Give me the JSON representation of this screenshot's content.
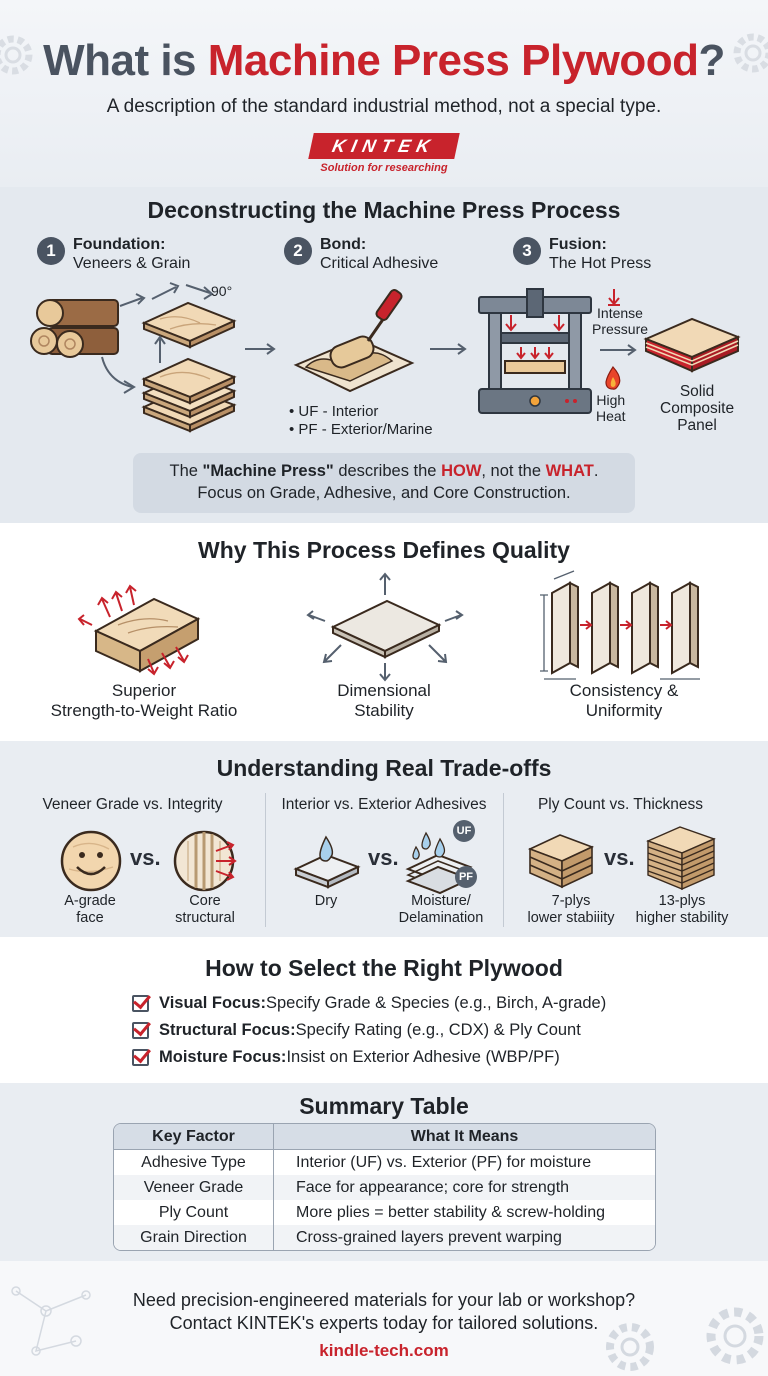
{
  "header": {
    "title_prefix": "What is ",
    "title_highlight": "Machine Press Plywood",
    "title_suffix": "?",
    "subtitle": "A description of the standard industrial method, not a special type.",
    "logo_text": "KINTEK",
    "logo_tagline": "Solution for researching"
  },
  "process": {
    "heading": "Deconstructing the Machine Press Process",
    "steps": [
      {
        "num": "1",
        "title": "Foundation:",
        "sub": "Veneers & Grain"
      },
      {
        "num": "2",
        "title": "Bond:",
        "sub": "Critical Adhesive"
      },
      {
        "num": "3",
        "title": "Fusion:",
        "sub": "The Hot Press"
      }
    ],
    "angle_label": "90°",
    "adhesives": [
      "• UF - Interior",
      "• PF - Exterior/Marine"
    ],
    "pressure_label_1": "Intense",
    "pressure_label_2": "Pressure",
    "heat_label_1": "High",
    "heat_label_2": "Heat",
    "panel_label_1": "Solid",
    "panel_label_2": "Composite",
    "panel_label_3": "Panel",
    "note_1a": "The ",
    "note_1b": "\"Machine Press\"",
    "note_1c": " describes the ",
    "note_1d": "HOW",
    "note_1e": ", not the ",
    "note_1f": "WHAT",
    "note_1g": ".",
    "note_2": "Focus on Grade, Adhesive, and Core Construction."
  },
  "quality": {
    "heading": "Why This Process Defines Quality",
    "items": [
      {
        "line1": "Superior",
        "line2": "Strength-to-Weight Ratio"
      },
      {
        "line1": "Dimensional",
        "line2": "Stability"
      },
      {
        "line1": "Consistency &",
        "line2": "Uniformity"
      }
    ]
  },
  "tradeoffs": {
    "heading": "Understanding Real Trade-offs",
    "vs_label": "vs.",
    "columns": [
      {
        "title": "Veneer Grade vs. Integrity",
        "left_1": "A-grade",
        "left_2": "face",
        "right_1": "Core",
        "right_2": "structural"
      },
      {
        "title": "Interior vs. Exterior Adhesives",
        "left_1": "Dry",
        "left_2": "",
        "right_1": "Moisture/",
        "right_2": "Delamination",
        "badge_top": "UF",
        "badge_bottom": "PF"
      },
      {
        "title": "Ply Count vs. Thickness",
        "left_1": "7-plys",
        "left_2": "lower stabiiity",
        "right_1": "13-plys",
        "right_2": "higher stability"
      }
    ]
  },
  "selection": {
    "heading": "How to Select the Right Plywood",
    "items": [
      {
        "bold": "Visual Focus:",
        "text": " Specify Grade & Species (e.g., Birch, A-grade)"
      },
      {
        "bold": "Structural Focus:",
        "text": " Specify Rating (e.g., CDX) & Ply Count"
      },
      {
        "bold": "Moisture Focus:",
        "text": " Insist on Exterior Adhesive (WBP/PF)"
      }
    ]
  },
  "summary": {
    "heading": "Summary Table",
    "columns": [
      "Key Factor",
      "What It Means"
    ],
    "rows": [
      [
        "Adhesive Type",
        "Interior (UF) vs. Exterior (PF) for moisture"
      ],
      [
        "Veneer Grade",
        "Face for appearance; core for strength"
      ],
      [
        "Ply Count",
        "More plies = better stability & screw-holding"
      ],
      [
        "Grain Direction",
        "Cross-grained layers prevent warping"
      ]
    ]
  },
  "footer": {
    "cta_1": "Need precision-engineered materials for your lab or workshop?",
    "cta_2": "Contact KINTEK's experts today for tailored solutions.",
    "url": "kindle-tech.com"
  },
  "colors": {
    "brand_red": "#c8232c",
    "slate": "#4a5462"
  }
}
